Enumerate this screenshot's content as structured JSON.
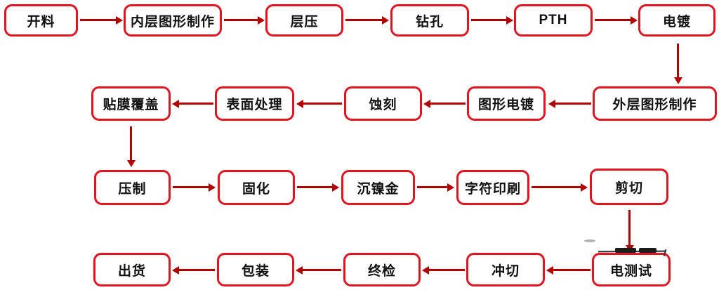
{
  "diagram": {
    "type": "flowchart",
    "colors": {
      "box_border": "#e11422",
      "arrow": "#b20000",
      "text": "#111111",
      "background": "#ffffff"
    },
    "steps": [
      {
        "label": "开料"
      },
      {
        "label": "内层图形制作"
      },
      {
        "label": "层压"
      },
      {
        "label": "钻孔"
      },
      {
        "label": "PTH"
      },
      {
        "label": "电镀"
      },
      {
        "label": "外层图形制作"
      },
      {
        "label": "图形电镀"
      },
      {
        "label": "蚀刻"
      },
      {
        "label": "表面处理"
      },
      {
        "label": "贴膜覆盖"
      },
      {
        "label": "压制"
      },
      {
        "label": "固化"
      },
      {
        "label": "沉镍金"
      },
      {
        "label": "字符印刷"
      },
      {
        "label": "剪切"
      },
      {
        "label": "电测试"
      },
      {
        "label": "冲切"
      },
      {
        "label": "终检"
      },
      {
        "label": "包装"
      },
      {
        "label": "出货"
      }
    ]
  }
}
